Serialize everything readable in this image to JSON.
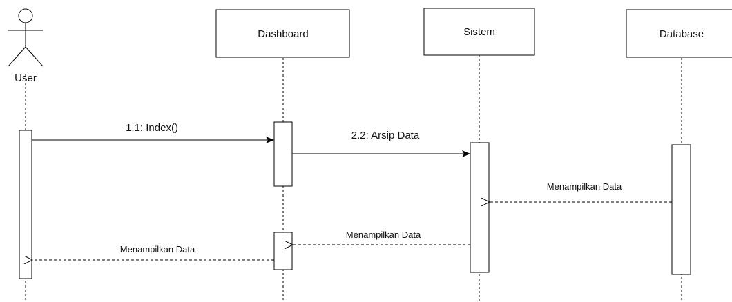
{
  "participants": {
    "user": {
      "label": "User"
    },
    "dashboard": {
      "label": "Dashboard"
    },
    "sistem": {
      "label": "Sistem"
    },
    "database": {
      "label": "Database"
    }
  },
  "messages": {
    "index": {
      "label": "1.1: Index()",
      "from": "User",
      "to": "Dashboard",
      "style": "solid"
    },
    "arsip": {
      "label": "2.2: Arsip Data",
      "from": "Dashboard",
      "to": "Sistem",
      "style": "solid"
    },
    "db_return": {
      "label": "Menampilkan Data",
      "from": "Database",
      "to": "Sistem",
      "style": "dashed"
    },
    "sistem_return": {
      "label": "Menampilkan Data",
      "from": "Sistem",
      "to": "Dashboard",
      "style": "dashed"
    },
    "dashboard_return": {
      "label": "Menampilkan Data",
      "from": "Dashboard",
      "to": "User",
      "style": "dashed"
    }
  },
  "colors": {
    "stroke": "#000000",
    "text": "#111111",
    "background": "#ffffff"
  }
}
